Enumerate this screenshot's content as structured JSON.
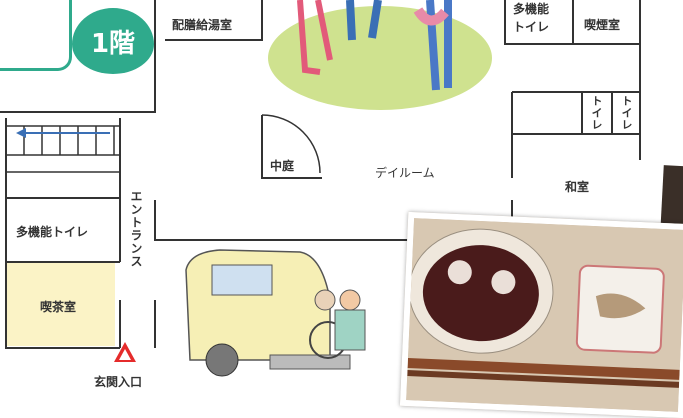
{
  "floor": {
    "label": "1階"
  },
  "rooms": {
    "kitchen": "配膳給湯室",
    "multi_toilet_top": "多機能\nトイレ",
    "smoking": "喫煙室",
    "toilet_a": "トイレ",
    "toilet_b": "トイレ",
    "courtyard": "中庭",
    "dayroom": "デイルーム",
    "washitsu": "和室",
    "multi_toilet_left": "多機能トイレ",
    "entrance_hall": "エントランス",
    "cafe": "喫茶室",
    "main_entrance": "玄関入口"
  },
  "colors": {
    "accent": "#2faa8c",
    "wall": "#333333",
    "cafe_bg": "#fbf3c6",
    "lawn": "#cfe28f",
    "entrance_marker": "#e52b2b",
    "stair_arrow": "#3a6fb5"
  }
}
